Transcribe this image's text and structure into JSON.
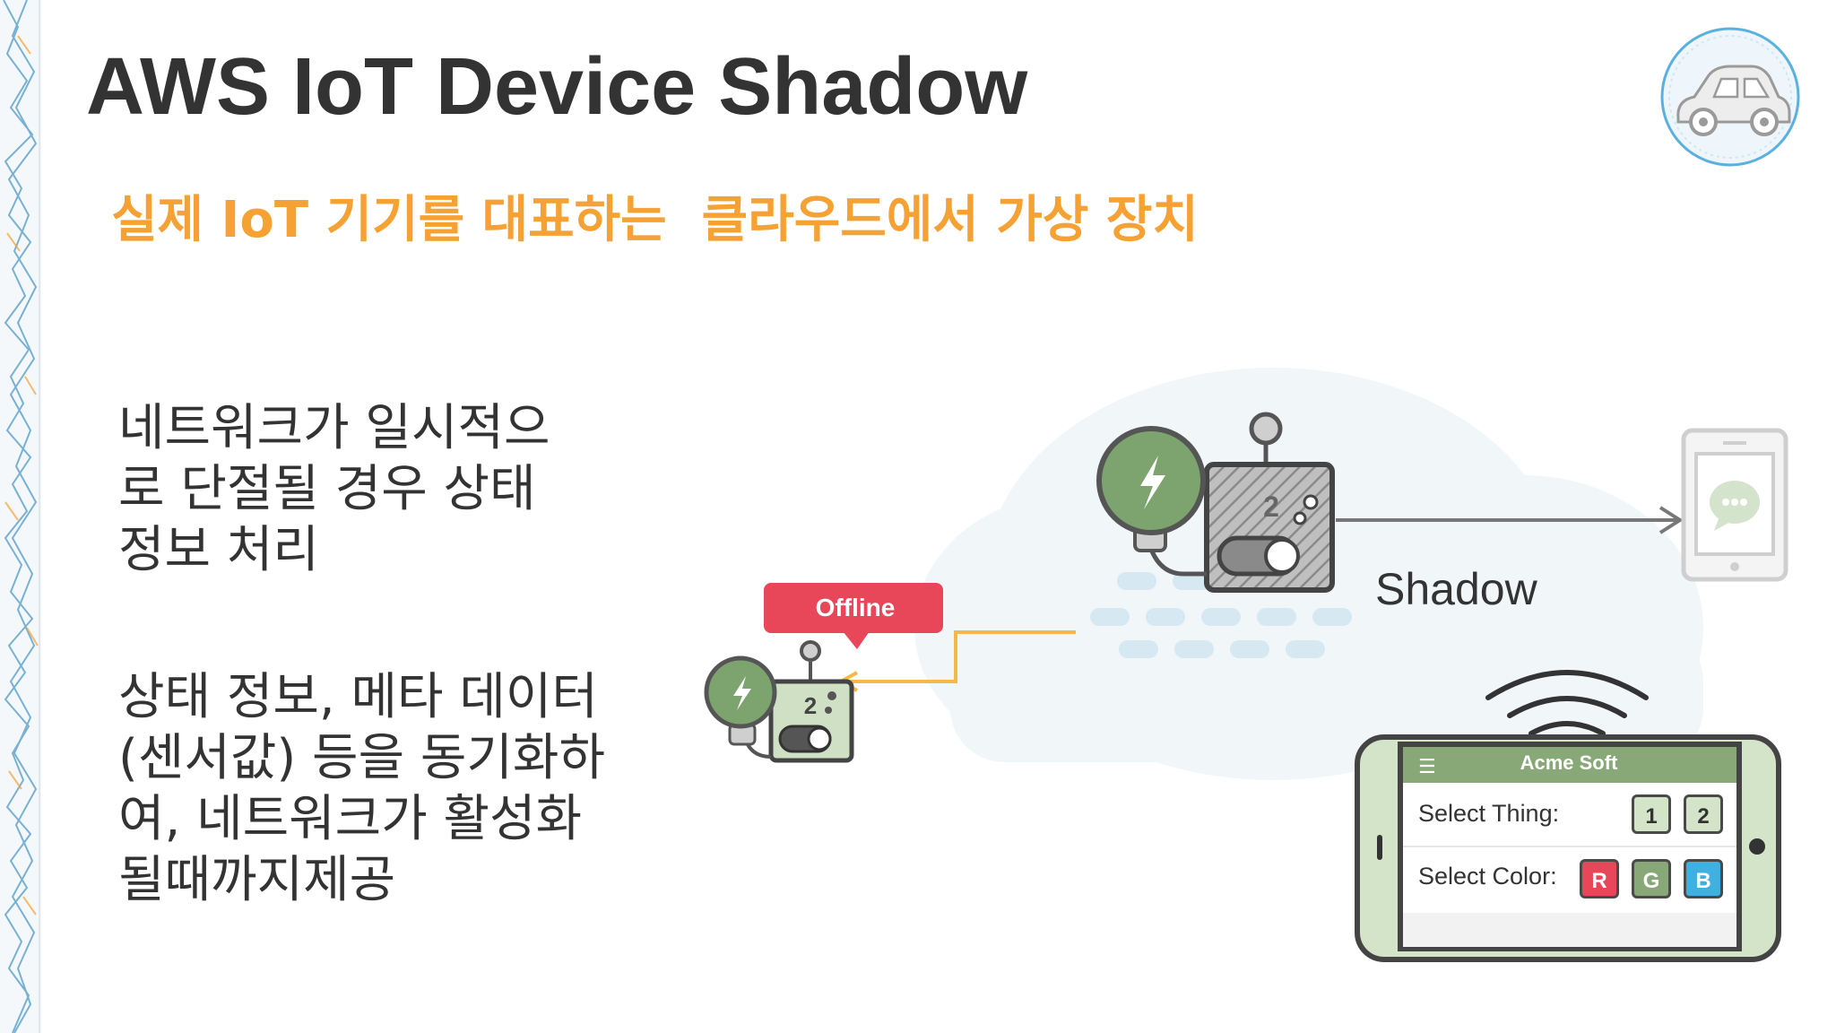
{
  "title": "AWS IoT Device Shadow",
  "subtitle": "실제 IoT 기기를 대표하는  클라우드에서 가상 장치",
  "body_text_1": "네트워크가 일시적으\n로 단절될 경우 상태\n정보 처리",
  "body_text_2": "상태 정보, 메타 데이터\n(센서값) 등을 동기화하\n여, 네트워크가 활성화\n될때까지제공",
  "diagram": {
    "offline_label": "Offline",
    "shadow_label": "Shadow",
    "device_number": "2",
    "shadow_number": "2"
  },
  "phone_app": {
    "title": "Acme Soft",
    "menu_icon": "☰",
    "select_thing_label": "Select Thing:",
    "things": [
      "1",
      "2"
    ],
    "select_color_label": "Select Color:",
    "colors": [
      "R",
      "G",
      "B"
    ]
  },
  "colors": {
    "title": "#333333",
    "subtitle": "#f5a133",
    "offline_badge": "#e8475a",
    "device_green": "#8ab27a",
    "cloud": "#eef4f8",
    "arrow": "#f5b94a",
    "phone_frame": "#d3e4c8",
    "app_header": "#88a878"
  },
  "icons": [
    "lightning-bulb-icon",
    "car-icon",
    "tablet-chat-icon",
    "wifi-signal-icon",
    "hamburger-menu-icon"
  ]
}
